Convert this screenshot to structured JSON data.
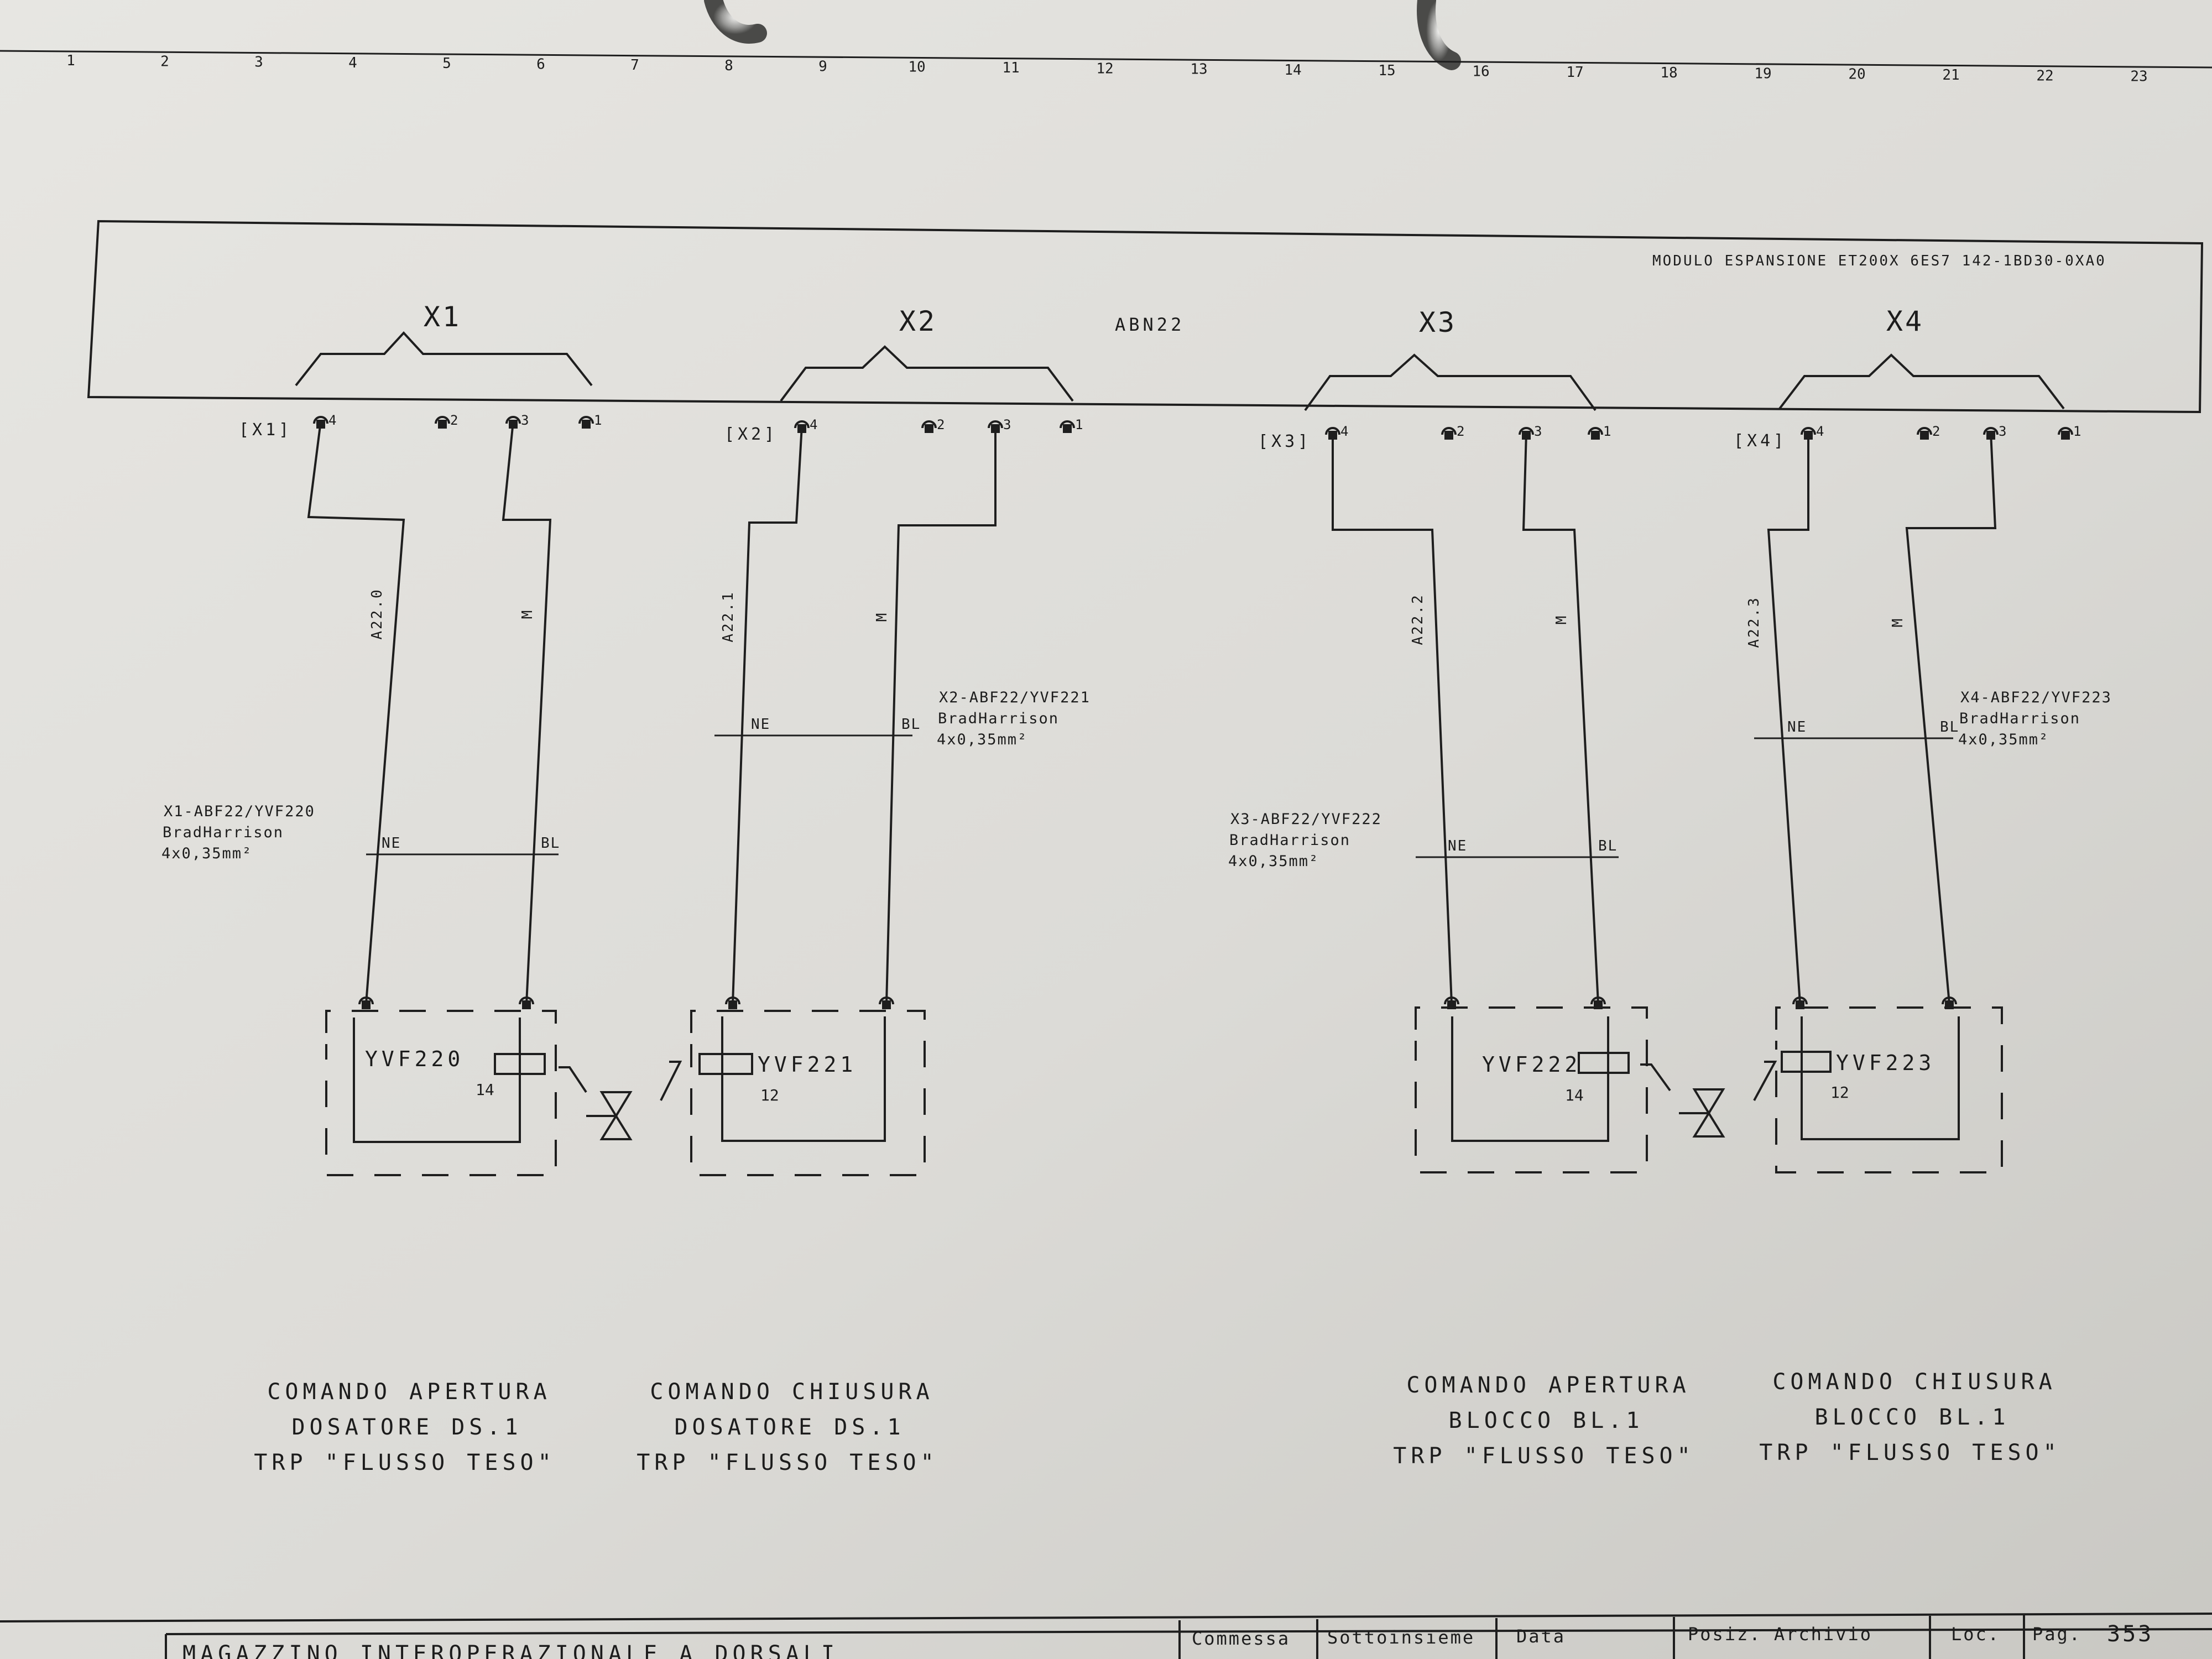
{
  "column_numbers": [
    "1",
    "2",
    "3",
    "4",
    "5",
    "6",
    "7",
    "8",
    "9",
    "10",
    "11",
    "12",
    "13",
    "14",
    "15",
    "16",
    "17",
    "18",
    "19",
    "20",
    "21",
    "22",
    "23"
  ],
  "module": {
    "title": "MODULO ESPANSIONE ET200X 6ES7 142-1BD30-0XA0",
    "label": "ABN22"
  },
  "groups": [
    {
      "connector": "X1",
      "terminal_tag": "[X1]",
      "pins": [
        "4",
        "2",
        "3",
        "1"
      ],
      "wire_left": "A22.0",
      "wire_right": "M",
      "cable": [
        "X1-ABF22/YVF220",
        "BradHarrison",
        "4x0,35mm²"
      ],
      "cond_left": "NE",
      "cond_right": "BL",
      "device": "YVF220",
      "device_num": "14",
      "caption": [
        "COMANDO APERTURA",
        "DOSATORE DS.1",
        "TRP \"FLUSSO TESO\""
      ]
    },
    {
      "connector": "X2",
      "terminal_tag": "[X2]",
      "pins": [
        "4",
        "2",
        "3",
        "1"
      ],
      "wire_left": "A22.1",
      "wire_right": "M",
      "cable": [
        "X2-ABF22/YVF221",
        "BradHarrison",
        "4x0,35mm²"
      ],
      "cond_left": "NE",
      "cond_right": "BL",
      "device": "YVF221",
      "device_num": "12",
      "caption": [
        "COMANDO CHIUSURA",
        "DOSATORE DS.1",
        "TRP \"FLUSSO TESO\""
      ]
    },
    {
      "connector": "X3",
      "terminal_tag": "[X3]",
      "pins": [
        "4",
        "2",
        "3",
        "1"
      ],
      "wire_left": "A22.2",
      "wire_right": "M",
      "cable": [
        "X3-ABF22/YVF222",
        "BradHarrison",
        "4x0,35mm²"
      ],
      "cond_left": "NE",
      "cond_right": "BL",
      "device": "YVF222",
      "device_num": "14",
      "caption": [
        "COMANDO APERTURA",
        "BLOCCO BL.1",
        "TRP \"FLUSSO TESO\""
      ]
    },
    {
      "connector": "X4",
      "terminal_tag": "[X4]",
      "pins": [
        "4",
        "2",
        "3",
        "1"
      ],
      "wire_left": "A22.3",
      "wire_right": "M",
      "cable": [
        "X4-ABF22/YVF223",
        "BradHarrison",
        "4x0,35mm²"
      ],
      "cond_left": "NE",
      "cond_right": "BL",
      "device": "YVF223",
      "device_num": "12",
      "caption": [
        "COMANDO CHIUSURA",
        "BLOCCO BL.1",
        "TRP \"FLUSSO TESO\""
      ]
    }
  ],
  "title_block": {
    "drawing_title": "MAGAZZINO INTEROPERAZIONALE A DORSALI",
    "commessa": "Commessa",
    "sottoinsieme": "Sottoinsieme",
    "data": "Data",
    "posiz_archivio": "Posiz. Archivio",
    "loc": "Loc.",
    "pag": "Pag.",
    "page_number": "353"
  }
}
